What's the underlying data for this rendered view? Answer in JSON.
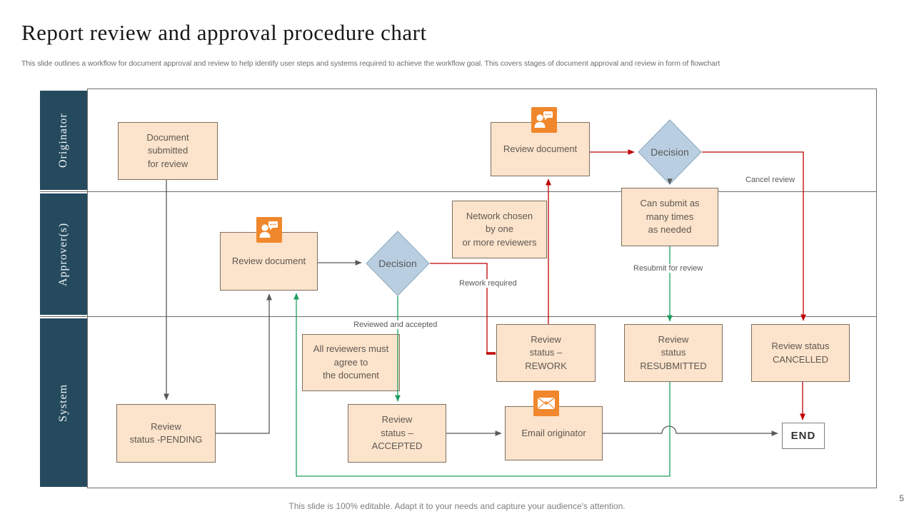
{
  "header": {
    "title": "Report review and approval procedure chart",
    "subtitle": "This slide outlines a workflow for document approval and review to help identify user steps and systems required to achieve the workflow goal. This covers stages of document approval and review in form of flowchart"
  },
  "lanes": {
    "originator": "Originator",
    "approvers": "Approver(s)",
    "system": "System"
  },
  "nodes": {
    "doc_submitted": "Document\nsubmitted\nfor review",
    "review_doc_originator": "Review document",
    "decision_originator": "Decision",
    "can_submit": "Can submit as\nmany times\nas needed",
    "network_chosen": "Network chosen\nby one\nor more reviewers",
    "review_doc_approver": "Review document",
    "decision_approver": "Decision",
    "all_reviewers": "All reviewers must\nagree to\nthe document",
    "rework": "Review\nstatus –\nREWORK",
    "resubmitted": "Review\nstatus\nRESUBMITTED",
    "cancelled": "Review status\nCANCELLED",
    "pending": "Review\nstatus -PENDING",
    "accepted": "Review\nstatus –\nACCEPTED",
    "email_originator": "Email originator",
    "end": "END"
  },
  "edge_labels": {
    "cancel_review": "Cancel review",
    "rework_required": "Rework required",
    "resubmit_for_review": "Resubmit for review",
    "reviewed_and_accepted": "Reviewed and accepted"
  },
  "icons": {
    "reviewer_icon": "person-with-chat-bubble",
    "email_icon": "envelope"
  },
  "footer": {
    "note": "This slide is 100% editable. Adapt it to your needs and capture your audience's attention.",
    "page_number": "5"
  },
  "colors": {
    "lane_navy": "#254a5e",
    "node_peach": "#fbe3cc",
    "node_border": "#7f6f5f",
    "diamond_blue": "#b9cfe1",
    "diamond_border": "#8ba8bd",
    "arrow_red": "#c00000",
    "arrow_green": "#1f9e60",
    "arrow_gray": "#595959",
    "icon_orange": "#f0872c"
  }
}
